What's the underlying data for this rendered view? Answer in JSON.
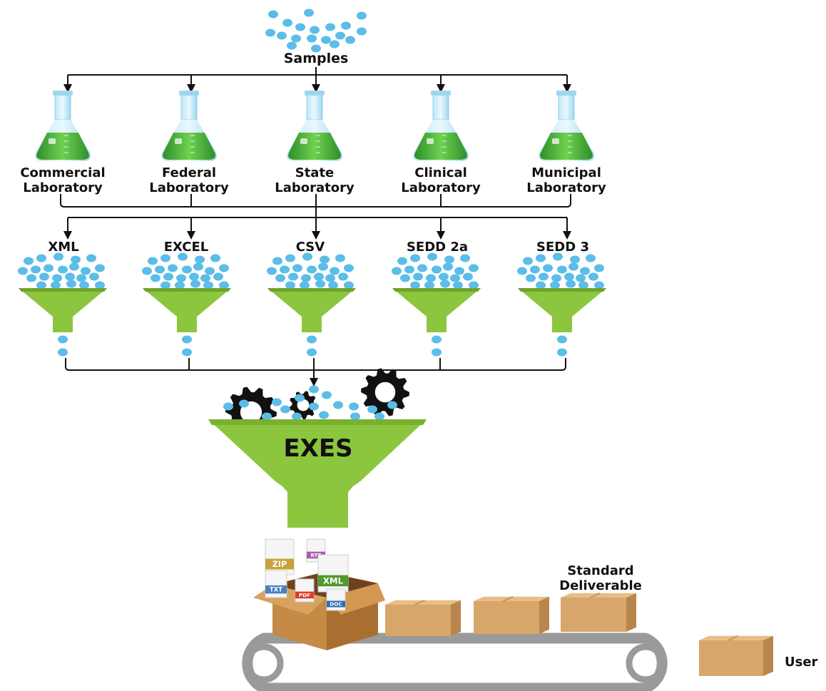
{
  "top": {
    "title": "Samples"
  },
  "labs": [
    {
      "line1": "Commercial",
      "line2": "Laboratory"
    },
    {
      "line1": "Federal",
      "line2": "Laboratory"
    },
    {
      "line1": "State",
      "line2": "Laboratory"
    },
    {
      "line1": "Clinical",
      "line2": "Laboratory"
    },
    {
      "line1": "Municipal",
      "line2": "Laboratory"
    }
  ],
  "formats": [
    "XML",
    "EXCEL",
    "CSV",
    "SEDD 2a",
    "SEDD 3"
  ],
  "exes": {
    "label": "EXES"
  },
  "files": [
    "ZIP",
    "RTF",
    "XML",
    "TXT",
    "PDF",
    "DOC"
  ],
  "output": {
    "line1": "Standard",
    "line2": "Deliverable"
  },
  "user": {
    "label": "User"
  },
  "colors": {
    "dot": "#5bbde8",
    "funnel": "#8cc63f",
    "funnel_dark": "#6fa32a",
    "liquid": "#3aa835",
    "box": "#d8a66b",
    "box_dark": "#b8854c",
    "belt": "#9a9a9a"
  }
}
